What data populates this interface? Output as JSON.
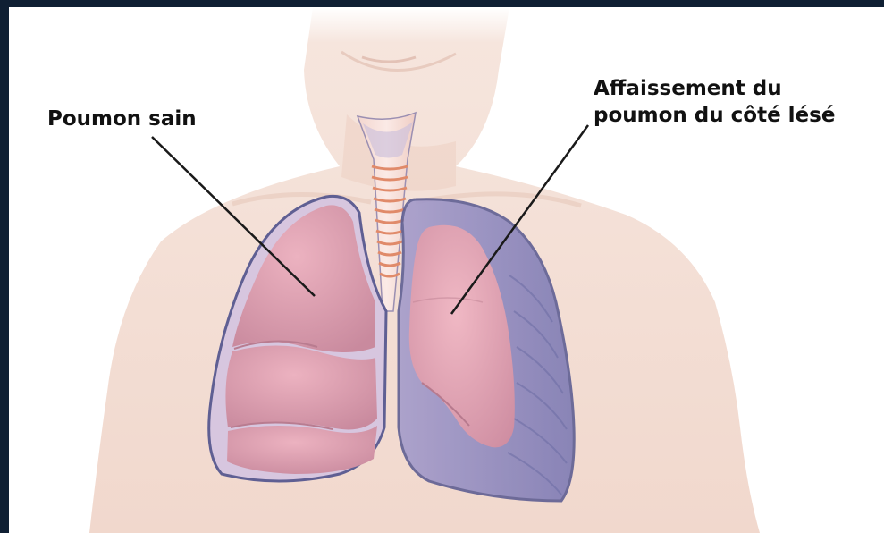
{
  "labels": {
    "healthy_lung": "Poumon sain",
    "collapsed_lung_line1": "Affaissement du",
    "collapsed_lung_line2": "poumon du côté lésé"
  },
  "colors": {
    "frame": "#0f1f33",
    "background": "#ffffff",
    "skin": "#f3ddd3",
    "lung_healthy": "#e0a0b0",
    "lung_collapsed": "#e6a4b2",
    "pleural_space": "#8c8cbc",
    "lung_outline": "#6c6c9c",
    "trachea_rings": "#e08a6a",
    "leader_line": "#1a1a1a"
  }
}
